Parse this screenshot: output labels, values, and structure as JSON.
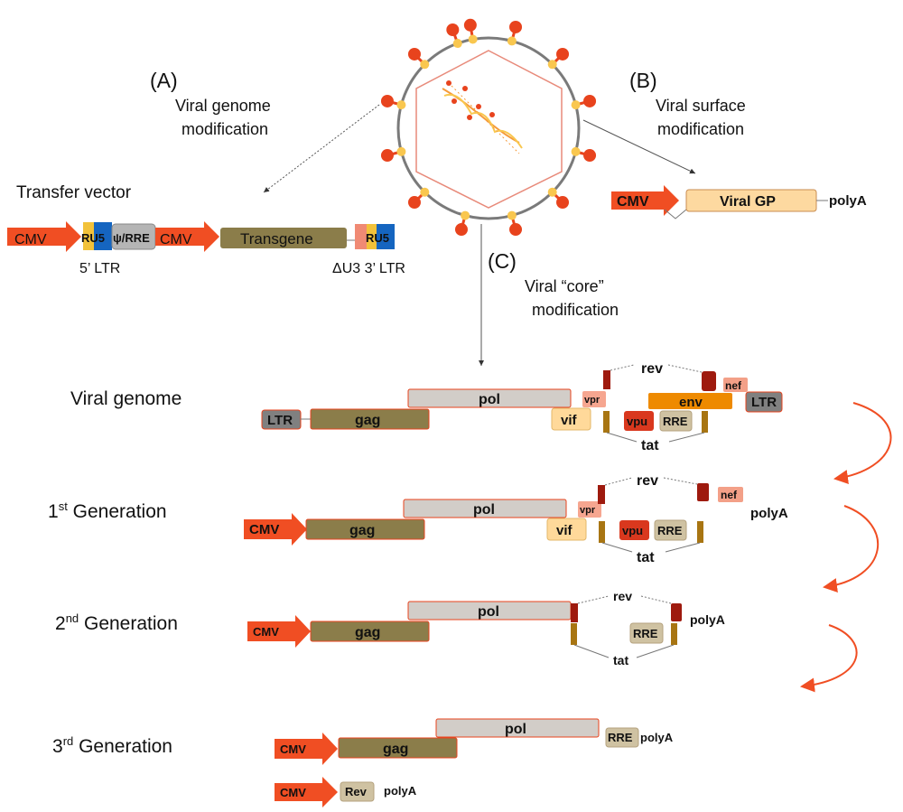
{
  "colors": {
    "arrow_red": "#f04e23",
    "gene_olive": "#8b7d4a",
    "pol_grey": "#d2cdc8",
    "ltr_grey": "#808080",
    "vif_yellow": "#ffd99a",
    "vpr_pink": "#f6a690",
    "nef_salmon": "#f3a088",
    "env_orange": "#ee8a00",
    "vpu_red": "#d9381e",
    "rre_tan": "#cfc2a2",
    "rev_dark": "#9e1a0e",
    "tat_brown": "#a87512",
    "u5_blue": "#1565c0",
    "r_yellow": "#f2c23a",
    "viral_gp_fill": "#fdd9a0",
    "spike_red": "#e8431d",
    "spike_yellow": "#f9c74f"
  },
  "section_a": {
    "letter": "(A)",
    "title_line1": "Viral genome",
    "title_line2": "modification",
    "vector_title": "Transfer vector",
    "cmv1": "CMV",
    "ru5_left": "RU5",
    "psi_rre": "ψ/RRE",
    "cmv2": "CMV",
    "transgene": "Transgene",
    "ru5_right": "RU5",
    "ltr5_label": "5’ LTR",
    "ltr3_label": "ΔU3 3’ LTR"
  },
  "section_b": {
    "letter": "(B)",
    "title_line1": "Viral surface",
    "title_line2": "modification",
    "cmv": "CMV",
    "viral_gp": "Viral GP",
    "polya": "polyA"
  },
  "section_c": {
    "letter": "(C)",
    "title_line1": "Viral “core”",
    "title_line2": "modification"
  },
  "rows": {
    "genome": {
      "label": "Viral genome",
      "ltr_left": "LTR",
      "gag": "gag",
      "pol": "pol",
      "vif": "vif",
      "vpr": "vpr",
      "rev": "rev",
      "nef": "nef",
      "env": "env",
      "ltr_right": "LTR",
      "vpu": "vpu",
      "rre": "RRE",
      "tat": "tat"
    },
    "gen1": {
      "label_pre": "1",
      "label_sup": "st",
      "label_post": " Generation",
      "cmv": "CMV",
      "gag": "gag",
      "pol": "pol",
      "vif": "vif",
      "vpr": "vpr",
      "rev": "rev",
      "nef": "nef",
      "polya": "polyA",
      "vpu": "vpu",
      "rre": "RRE",
      "tat": "tat"
    },
    "gen2": {
      "label_pre": "2",
      "label_sup": "nd",
      "label_post": " Generation",
      "cmv": "CMV",
      "gag": "gag",
      "pol": "pol",
      "rev": "rev",
      "polya": "polyA",
      "rre": "RRE",
      "tat": "tat"
    },
    "gen3": {
      "label_pre": "3",
      "label_sup": "rd",
      "label_post": " Generation",
      "cmv": "CMV",
      "gag": "gag",
      "pol": "pol",
      "rre": "RRE",
      "polya": "polyA",
      "cmv_rev": "CMV",
      "rev": "Rev",
      "rev_polya": "polyA"
    }
  }
}
